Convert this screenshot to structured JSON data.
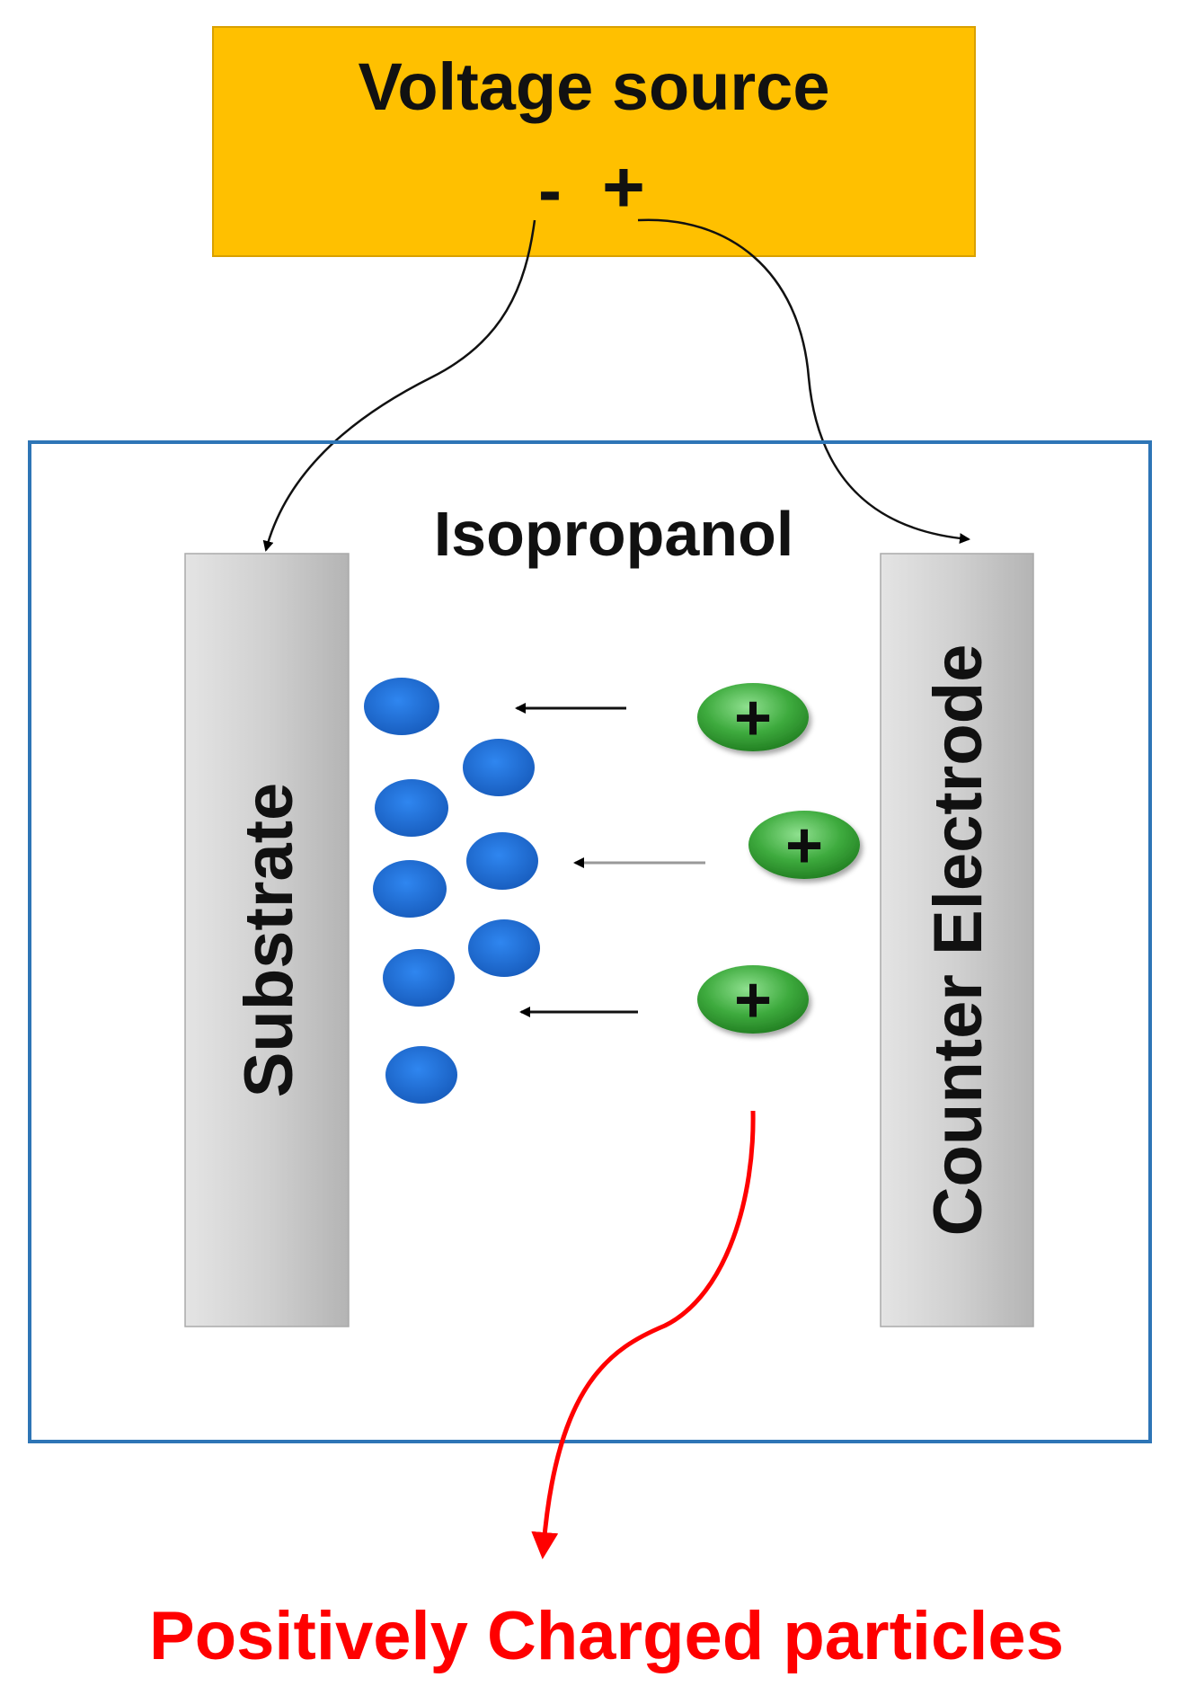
{
  "voltage_source": {
    "title": "Voltage source",
    "negative_terminal": "-",
    "positive_terminal": "+",
    "fill_color": "#FFC000"
  },
  "cell": {
    "solvent_label": "Isopropanol",
    "border_color": "#2E75B6"
  },
  "electrodes": {
    "substrate_label": "Substrate",
    "counter_label": "Counter Electrode",
    "fill_color": "#C8C8C8"
  },
  "particles": {
    "positive_symbol": "+",
    "positive_color": "#3DAA3D",
    "deposited_color": "#1F6FD6"
  },
  "callout": {
    "label": "Positively Charged particles",
    "color": "#FF0000"
  }
}
